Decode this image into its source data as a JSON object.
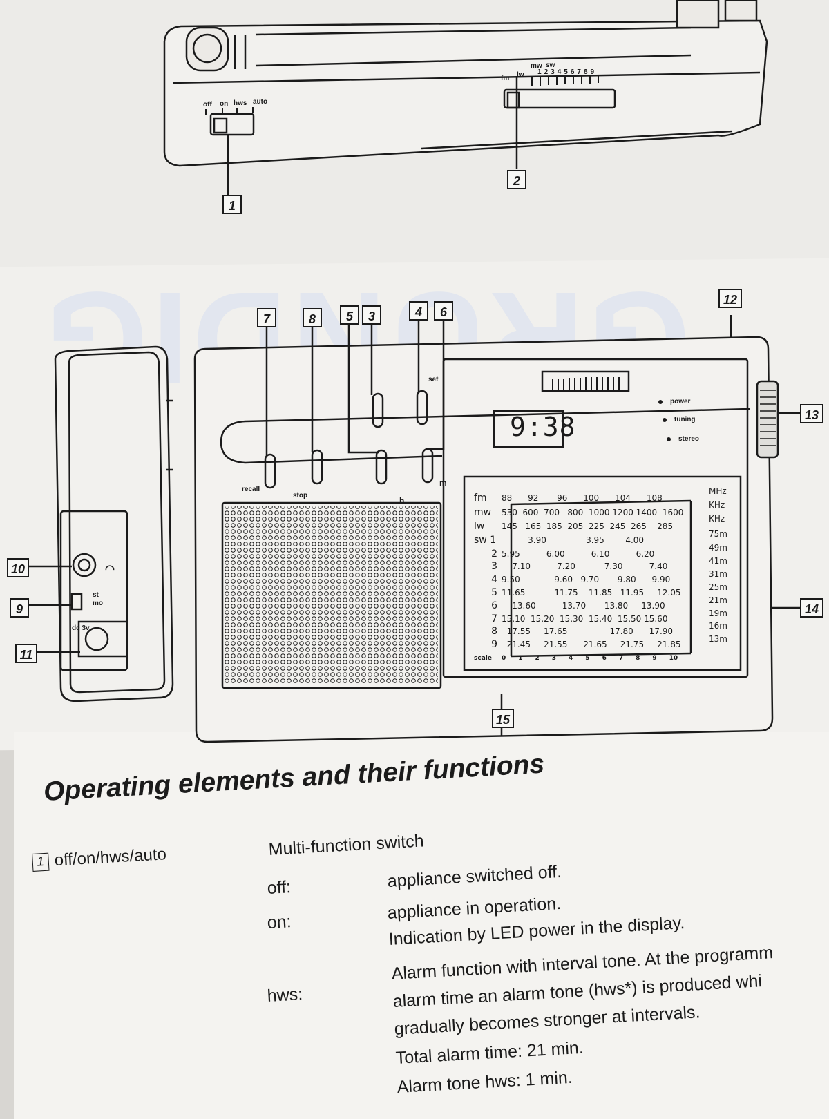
{
  "top_diagram": {
    "switch_labels": [
      "off",
      "on",
      "hws",
      "auto"
    ],
    "band_labels": {
      "fm": "fm",
      "lw": "lw",
      "mw": "mw",
      "sw": "sw"
    },
    "band_numbers": [
      "1",
      "2",
      "3",
      "4",
      "5",
      "6",
      "7",
      "8",
      "9"
    ],
    "callouts": [
      "1",
      "2"
    ]
  },
  "main_diagram": {
    "callouts_top": [
      "7",
      "8",
      "5",
      "3",
      "4",
      "6",
      "12"
    ],
    "callouts_side": [
      "10",
      "9",
      "11",
      "13",
      "14",
      "15"
    ],
    "button_labels": {
      "recall": "recall",
      "stop": "stop",
      "h": "h",
      "m": "m",
      "set": "set"
    },
    "clock": "9:38",
    "indicators": [
      "power",
      "tuning",
      "stereo"
    ],
    "side_panel": {
      "st": "st",
      "mo": "mo",
      "dc": "dc 3v"
    },
    "scale": {
      "rows": [
        {
          "label": "fm",
          "values": "88      92       96      100      104      108",
          "unit": "MHz"
        },
        {
          "label": "mw",
          "values": "530  600  700   800  1000 1200 1400  1600",
          "unit": "KHz"
        },
        {
          "label": "lw",
          "values": "145   165  185  205  225  245  265    285",
          "unit": "KHz"
        },
        {
          "label": "sw 1",
          "values": "          3.90               3.95        4.00",
          "unit": "75m"
        },
        {
          "label": "2",
          "values": "5.95          6.00          6.10          6.20",
          "unit": "49m"
        },
        {
          "label": "3",
          "values": "    7.10          7.20           7.30          7.40",
          "unit": "41m"
        },
        {
          "label": "4",
          "values": "9.50             9.60   9.70       9.80      9.90",
          "unit": "31m"
        },
        {
          "label": "5",
          "values": "11.65           11.75    11.85   11.95     12.05",
          "unit": "25m"
        },
        {
          "label": "6",
          "values": "    13.60          13.70       13.80     13.90",
          "unit": "21m"
        },
        {
          "label": "7",
          "values": "15.10  15.20  15.30  15.40  15.50 15.60",
          "unit": "19m"
        },
        {
          "label": "8",
          "values": "  17.55     17.65                17.80      17.90",
          "unit": "16m"
        },
        {
          "label": "9",
          "values": "  21.45     21.55      21.65     21.75     21.85",
          "unit": "13m"
        }
      ],
      "scale_label": "scale",
      "scale_numbers": [
        "0",
        "1",
        "2",
        "3",
        "4",
        "5",
        "6",
        "7",
        "8",
        "9",
        "10"
      ]
    }
  },
  "document": {
    "heading": "Operating elements and their functions",
    "item_number": "1",
    "item_label": "off/on/hws/auto",
    "item_title": "Multi-function switch",
    "entries": [
      {
        "key": "off:",
        "lines": [
          "appliance switched off."
        ]
      },
      {
        "key": "on:",
        "lines": [
          "appliance in operation.",
          "Indication by LED power in the display."
        ]
      },
      {
        "key": "hws:",
        "lines": [
          "Alarm function with interval tone. At the programm",
          "alarm time an alarm tone (hws*) is produced whi",
          "gradually becomes stronger at intervals.",
          "Total alarm time: 21 min.",
          "Alarm tone hws: 1 min."
        ]
      }
    ]
  }
}
